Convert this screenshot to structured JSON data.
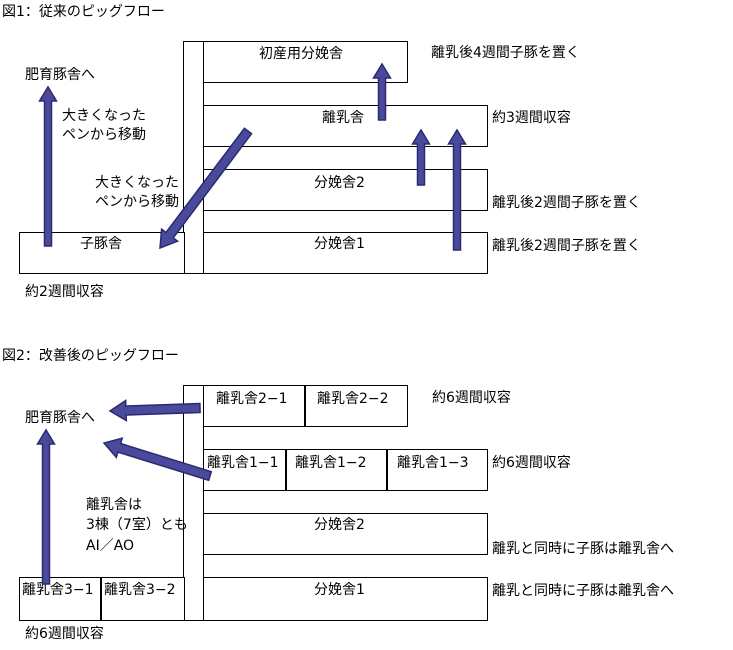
{
  "fig1": {
    "title": "図1：従来のピッグフロー",
    "to_fattening": "肥育豚舎へ",
    "note_top_1": "大きくなった",
    "note_top_2": "ペンから移動",
    "note_mid_1": "大きくなった",
    "note_mid_2": "ペンから移動",
    "barn_farrowing_first": "初産用分娩舎",
    "barn_weaning": "離乳舎",
    "barn_farrowing2": "分娩舎2",
    "barn_nursery": "子豚舎",
    "barn_farrowing1": "分娩舎1",
    "right_1": "離乳後4週間子豚を置く",
    "right_2": "約3週間収容",
    "right_3": "離乳後2週間子豚を置く",
    "right_4": "離乳後2週間子豚を置く",
    "bottom": "約2週間収容"
  },
  "fig2": {
    "title": "図2：改善後のピッグフロー",
    "to_fattening": "肥育豚舎へ",
    "barn_w2_1": "離乳舎2−1",
    "barn_w2_2": "離乳舎2−2",
    "right_1": "約6週間収容",
    "barn_w1_1": "離乳舎1−1",
    "barn_w1_2": "離乳舎1−2",
    "barn_w1_3": "離乳舎1−3",
    "right_2": "約6週間収容",
    "note_1": "離乳舎は",
    "note_2": "3棟（7室）とも",
    "note_3": "AI／AO",
    "barn_farrowing2": "分娩舎2",
    "right_3": "離乳と同時に子豚は離乳舎へ",
    "barn_w3_1": "離乳舎3−1",
    "barn_w3_2": "離乳舎3−2",
    "barn_farrowing1": "分娩舎1",
    "right_4": "離乳と同時に子豚は離乳舎へ",
    "bottom": "約6週間収容"
  },
  "colors": {
    "arrow_fill": "#4a4a9c",
    "arrow_stroke": "#2a2a70",
    "line": "#000000"
  }
}
